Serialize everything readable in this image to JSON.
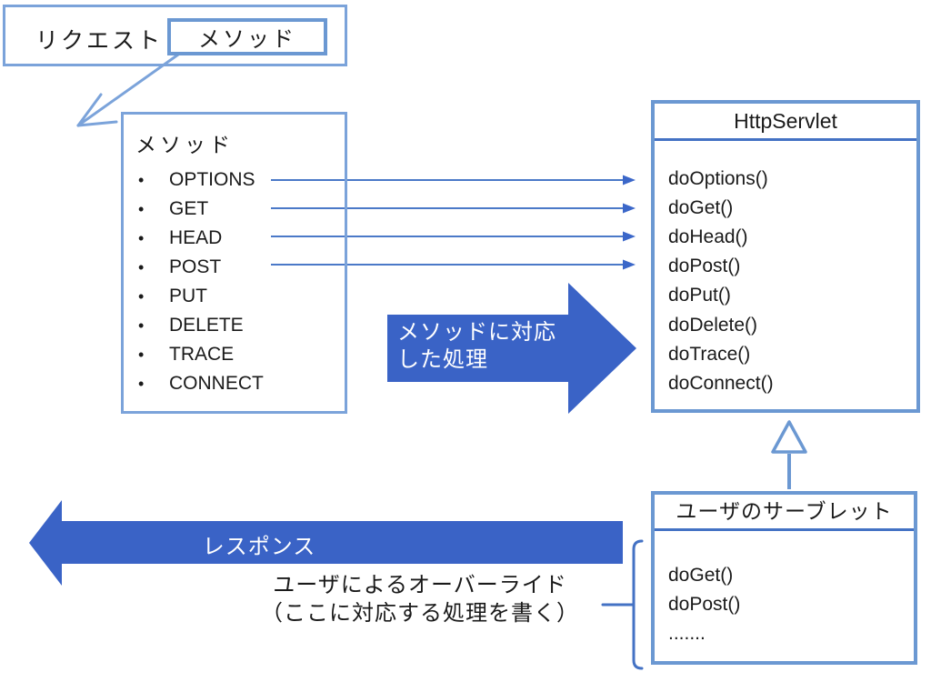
{
  "colors": {
    "big_arrow_fill": "#3a63c6",
    "box_border_light": "#7ba3da",
    "box_border_medium": "#6b98d2",
    "line_blue": "#4472c4",
    "text_black": "#1a1a1a",
    "text_white": "#ffffff"
  },
  "request_box": {
    "label": "リクエスト",
    "method_tag": "メソッド"
  },
  "methods_box": {
    "title": "メソッド",
    "items": [
      "OPTIONS",
      "GET",
      "HEAD",
      "POST",
      "PUT",
      "DELETE",
      "TRACE",
      "CONNECT"
    ]
  },
  "servlet_box": {
    "title": "HttpServlet",
    "methods": [
      "doOptions()",
      "doGet()",
      "doHead()",
      "doPost()",
      "doPut()",
      "doDelete()",
      "doTrace()",
      "doConnect()"
    ]
  },
  "user_servlet_box": {
    "title": "ユーザのサーブレット",
    "methods": [
      "doGet()",
      "doPost()",
      "......."
    ]
  },
  "process_arrow": {
    "label_line1": "メソッドに対応",
    "label_line2": "した処理"
  },
  "response_arrow": {
    "label": "レスポンス"
  },
  "override_note": {
    "line1": "ユーザによるオーバーライド",
    "line2": "（ここに対応する処理を書く）"
  }
}
